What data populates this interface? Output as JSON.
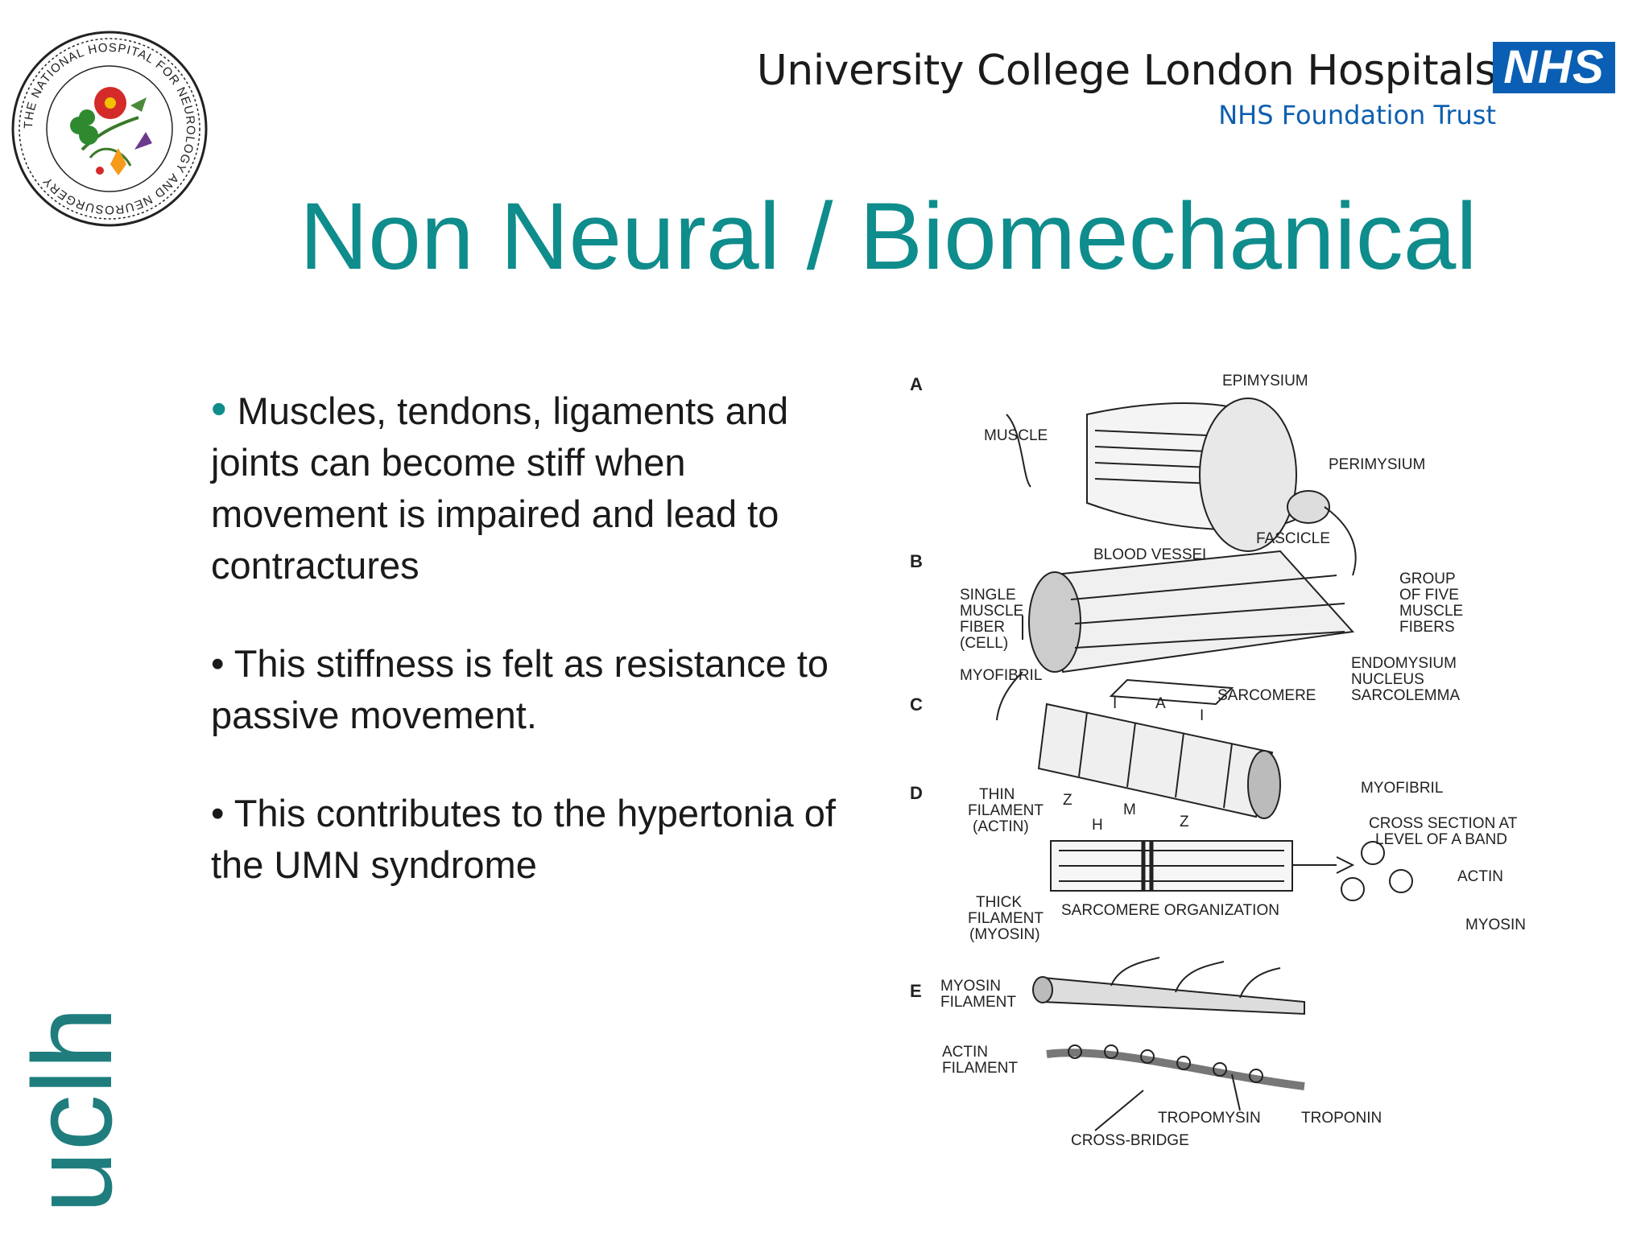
{
  "header": {
    "org_name": "University College London Hospitals",
    "org_trust": "NHS Foundation Trust",
    "nhs_logo": "NHS",
    "seal_text": "THE NATIONAL HOSPITAL FOR NEUROLOGY AND NEUROSURGERY",
    "seal_icon": "flower-emblem-icon"
  },
  "slide": {
    "title": "Non Neural / Biomechanical",
    "bullets": [
      "Muscles, tendons, ligaments and joints can become stiff when movement is impaired and lead to contractures",
      "This stiffness is felt as resistance to passive movement.",
      "This contributes to the hypertonia of the UMN syndrome"
    ],
    "bullet_marker": "•",
    "side_logo": "uclh"
  },
  "diagram": {
    "panels": [
      "A",
      "B",
      "C",
      "D",
      "E"
    ],
    "labels": {
      "epimysium": "EPIMYSIUM",
      "muscle": "MUSCLE",
      "perimysium": "PERIMYSIUM",
      "fascicle": "FASCICLE",
      "blood_vessel": "BLOOD VESSEL",
      "group_five": [
        "GROUP",
        "OF FIVE",
        "MUSCLE",
        "FIBERS"
      ],
      "single_fiber": [
        "SINGLE",
        "MUSCLE",
        "FIBER",
        "(CELL)"
      ],
      "endomysium": "ENDOMYSIUM",
      "nucleus": "NUCLEUS",
      "sarcolemma": "SARCOLEMMA",
      "myofibril": "MYOFIBRIL",
      "sarcomere": "SARCOMERE",
      "band_i": "I",
      "band_a": "A",
      "band_z": "Z",
      "band_m": "M",
      "band_h": "H",
      "myofibril_d": "MYOFIBRIL",
      "thin_filament": [
        "THIN",
        "FILAMENT",
        "(ACTIN)"
      ],
      "cross_section": [
        "CROSS SECTION AT",
        "LEVEL OF A BAND"
      ],
      "actin": "ACTIN",
      "myosin": "MYOSIN",
      "thick_filament": [
        "THICK",
        "FILAMENT",
        "(MYOSIN)"
      ],
      "sarcomere_org": "SARCOMERE ORGANIZATION",
      "myosin_filament": [
        "MYOSIN",
        "FILAMENT"
      ],
      "actin_filament": [
        "ACTIN",
        "FILAMENT"
      ],
      "tropomysin": "TROPOMYSIN",
      "troponin": "TROPONIN",
      "cross_bridge": "CROSS-BRIDGE"
    }
  },
  "colors": {
    "title": "#0f8c8c",
    "nhs_blue": "#0a5fb4",
    "uclh_teal": "#1f7d7d"
  }
}
